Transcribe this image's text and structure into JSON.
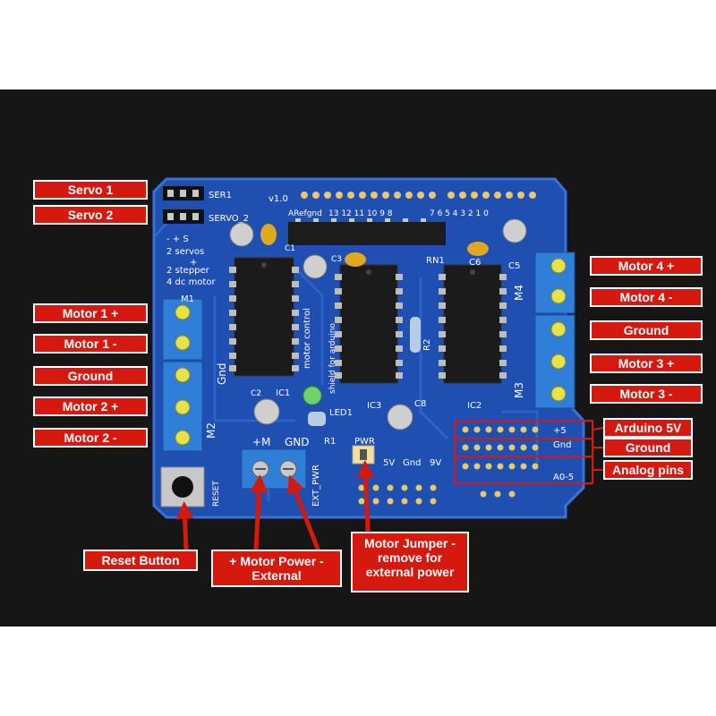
{
  "labels": {
    "servo1": "Servo 1",
    "servo2": "Servo 2",
    "motor1_plus": "Motor 1 +",
    "motor1_minus": "Motor 1 -",
    "ground_left": "Ground",
    "motor2_plus": "Motor 2 +",
    "motor2_minus": "Motor 2 -",
    "motor4_plus": "Motor 4 +",
    "motor4_minus": "Motor 4 -",
    "ground_right": "Ground",
    "motor3_plus": "Motor 3 +",
    "motor3_minus": "Motor 3 -",
    "arduino_5v": "Arduino 5V",
    "ground_header": "Ground",
    "analog_pins": "Analog pins",
    "reset_button": "Reset Button",
    "motor_power": "+ Motor Power - External",
    "motor_jumper": "Motor Jumper - remove for external power"
  },
  "silkscreen": {
    "ser1": "SER1",
    "servo_2": "SERVO_2",
    "version": "v1.0",
    "aref_gnd": "ARefgnd",
    "pins_high": "13 12 11 10  9  8",
    "pins_low": "7  6  5  4  3  2  1  0",
    "servo_notes": [
      "- + S",
      "2 servos",
      "+",
      "2 stepper",
      "4 dc motor"
    ],
    "m1": "M1",
    "m2": "M2",
    "m3": "M3",
    "m4": "M4",
    "gnd_left": "Gnd",
    "ic1": "IC1",
    "ic2": "IC2",
    "ic3": "IC3",
    "c1": "C1",
    "c2": "C2",
    "c3": "C3",
    "c5": "C5",
    "c6": "C6",
    "c8": "C8",
    "r1": "R1",
    "r2": "R2",
    "rn1": "RN1",
    "led1": "LED1",
    "motor_control": "motor control",
    "shield_for_arduino": "shield for arduino",
    "plus_m": "+M",
    "gnd_term": "GND",
    "ext_pwr": "EXT_PWR",
    "pwr": "PWR",
    "reset": "RESET",
    "v5": "5V",
    "gnd_pwr": "Gnd",
    "v9": "9V",
    "plus5": "+5",
    "gnd_hdr": "Gnd",
    "a0_5": "A0-5"
  },
  "colors": {
    "board": "#1f4fb0",
    "board_edge": "#3a70d8",
    "label_bg": "#d5190f",
    "arrow": "#d5190f",
    "terminal": "#2f7fd8",
    "chip": "#1c1c1c"
  }
}
